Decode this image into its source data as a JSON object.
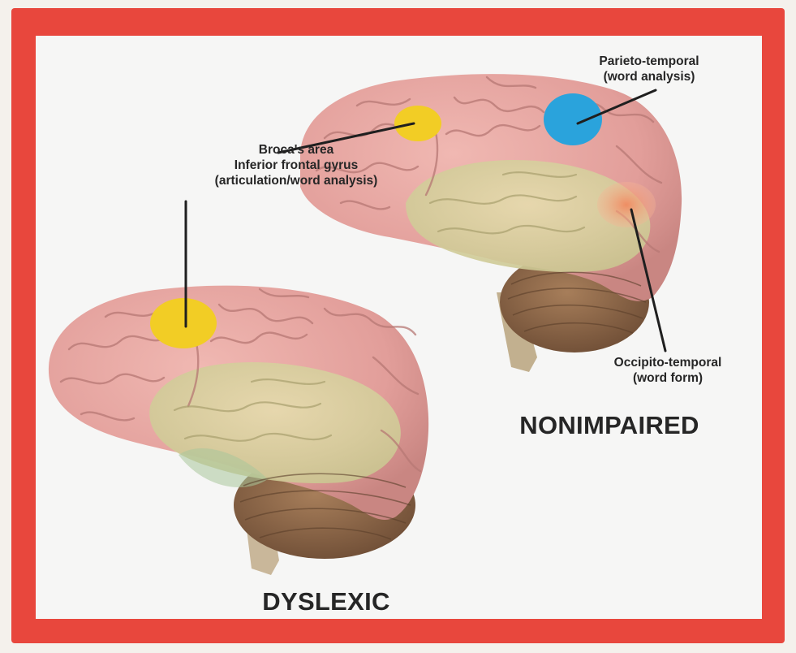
{
  "labels": {
    "broca_line1": "Broca's area",
    "broca_line2": "Inferior frontal gyrus",
    "broca_line3": "(articulation/word analysis)",
    "parieto_line1": "Parieto-temporal",
    "parieto_line2": "(word analysis)",
    "occipito_line1": "Occipito-temporal",
    "occipito_line2": "(word form)",
    "nonimpaired": "NONIMPAIRED",
    "dyslexic": "DYSLEXIC"
  },
  "colors": {
    "frame": "#e8473d",
    "broca_spot": "#f2cd25",
    "parieto_spot": "#2aa3dc",
    "occipito_spot": "#f4a27a",
    "brain": "#e6a4a0",
    "temporal_lobe": "#d9cf9c",
    "cerebellum": "#8e6a4c",
    "brainstem": "#c9b79a"
  }
}
